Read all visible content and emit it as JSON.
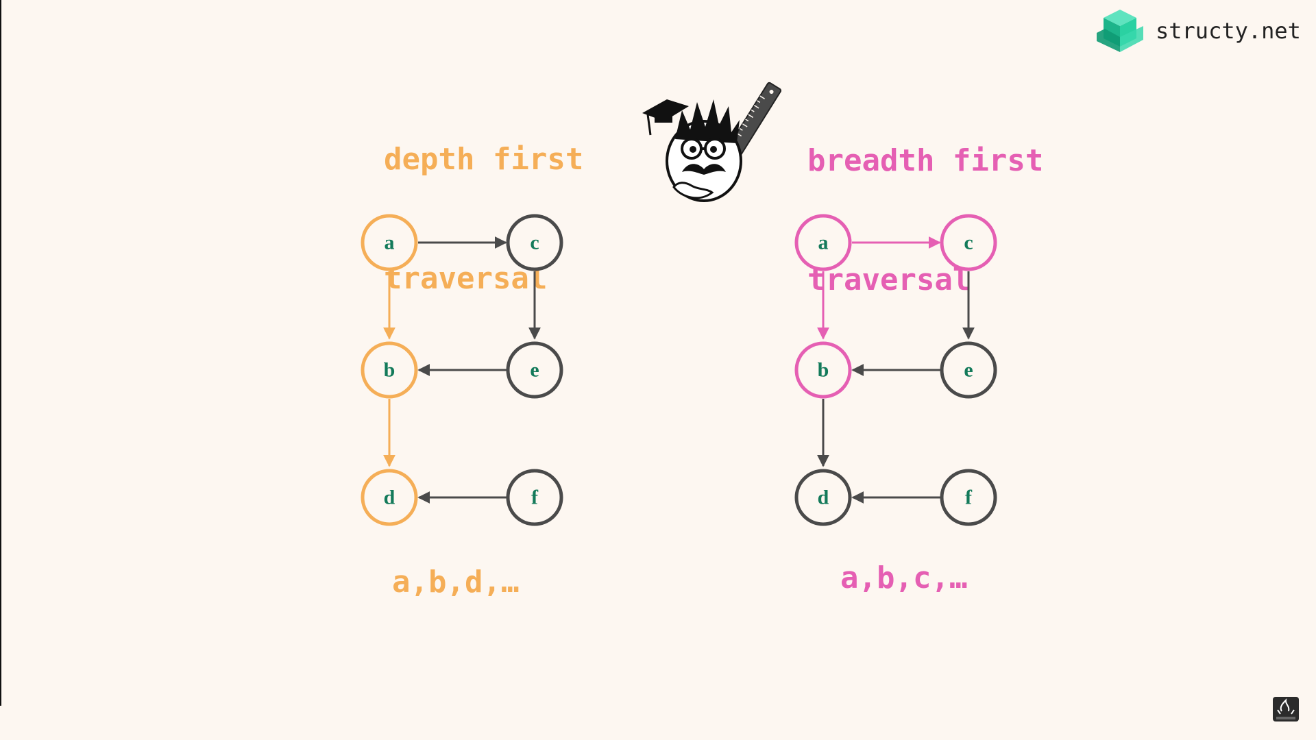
{
  "brand": {
    "name": "structy.net",
    "logo_icon": "structy-cube-logo-icon"
  },
  "dfs": {
    "title_line1": "depth first",
    "title_line2": "traversal",
    "order": "a,b,d,…",
    "highlight_color": "#f5ae57",
    "visited": [
      "a",
      "b",
      "d"
    ]
  },
  "bfs": {
    "title_line1": "breadth first",
    "title_line2": "traversal",
    "order": "a,b,c,…",
    "highlight_color": "#e55fb3",
    "visited": [
      "a",
      "b",
      "c"
    ]
  },
  "graph": {
    "nodes": [
      "a",
      "c",
      "b",
      "e",
      "d",
      "f"
    ],
    "edges": [
      [
        "a",
        "c"
      ],
      [
        "a",
        "b"
      ],
      [
        "c",
        "e"
      ],
      [
        "e",
        "b"
      ],
      [
        "b",
        "d"
      ],
      [
        "f",
        "d"
      ]
    ]
  },
  "colors": {
    "background": "#fdf7f1",
    "node_label": "#137a5a",
    "default_stroke": "#4a4a4a"
  },
  "mascot_icon": "professor-with-ruler-icon",
  "badge_icon": "subscribe-badge-icon"
}
